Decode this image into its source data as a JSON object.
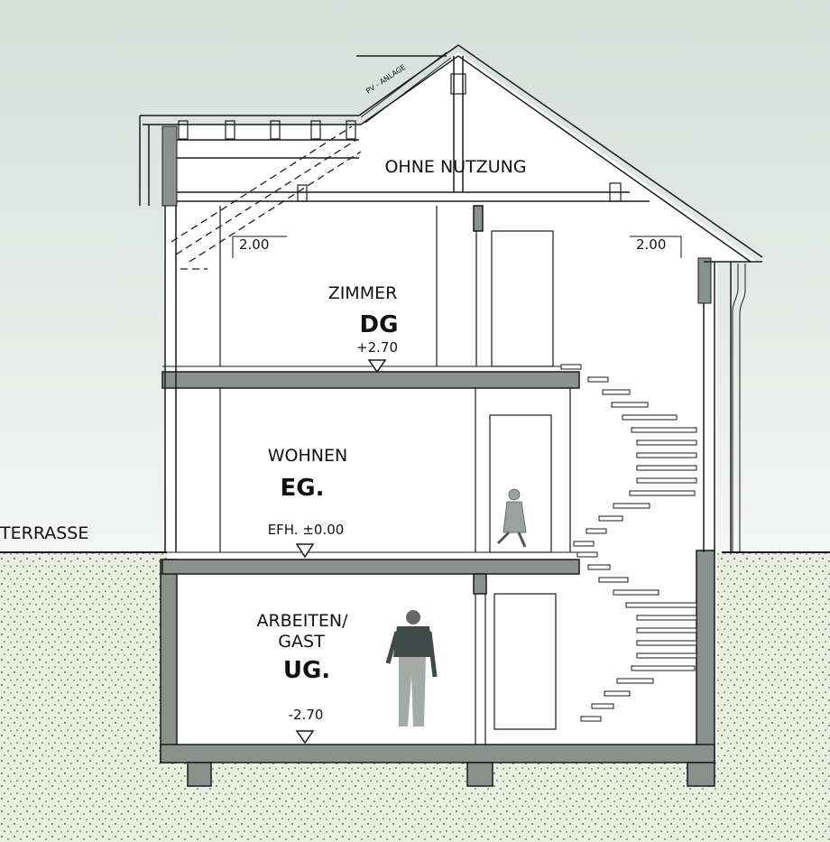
{
  "labels": {
    "attic": "OHNE NUTZUNG",
    "pv": "PV - ANLAGE",
    "terrace": "TERRASSE"
  },
  "floors": {
    "dg": {
      "room": "ZIMMER",
      "code": "DG",
      "level": "+2.70",
      "height_left": "2.00",
      "height_right": "2.00"
    },
    "eg": {
      "room": "WOHNEN",
      "code": "EG.",
      "level": "EFH. ±0.00"
    },
    "ug": {
      "room_line1": "ARBEITEN/",
      "room_line2": "GAST",
      "code": "UG.",
      "level": "-2.70"
    }
  },
  "colors": {
    "sky": "#d9e1dd",
    "ground": "#e9eedf",
    "concrete": "#8a908c",
    "line": "#1a1a1a",
    "figure": "#9aa29d"
  }
}
